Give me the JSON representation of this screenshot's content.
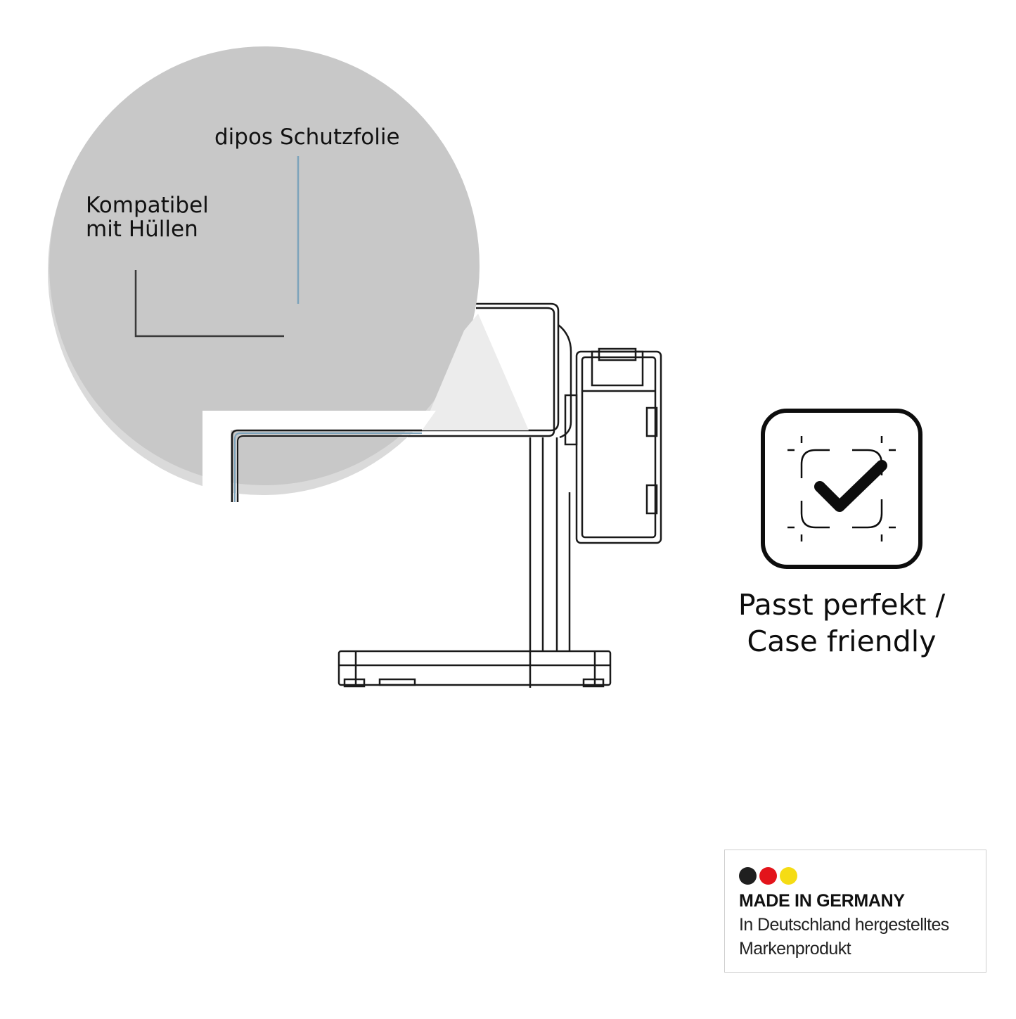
{
  "callout": {
    "label_film": "dipos Schutzfolie",
    "label_case_line1": "Kompatibel",
    "label_case_line2": "mit Hüllen"
  },
  "badge": {
    "icon": "check-in-frame-icon",
    "text_line1": "Passt perfekt /",
    "text_line2": "Case friendly"
  },
  "made_in_germany": {
    "title": "MADE IN GERMANY",
    "line1": "In Deutschland hergestelltes",
    "line2": "Markenprodukt",
    "flag_colors": [
      "#1f1f1f",
      "#e3141b",
      "#f5dc14"
    ]
  },
  "colors": {
    "callout_fill": "#c8c8c8",
    "film_line": "#7da3bb",
    "case_line": "#3a3a3a",
    "drawing_stroke": "#1a1a1a"
  }
}
